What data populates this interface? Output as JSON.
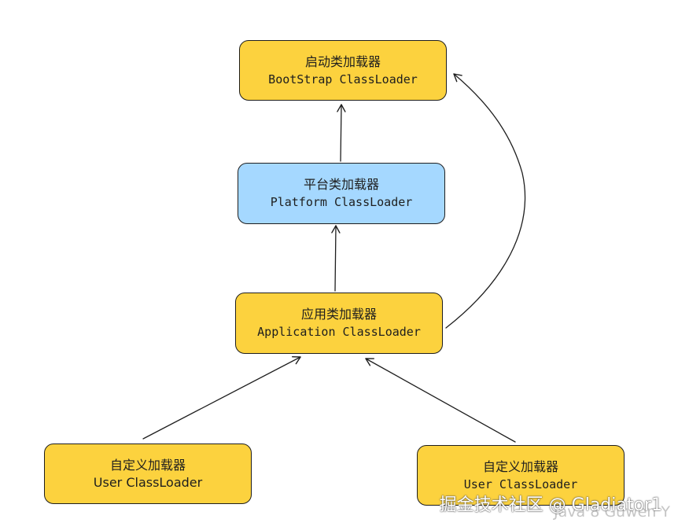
{
  "nodes": {
    "bootstrap": {
      "title": "启动类加载器",
      "subtitle": "BootStrap ClassLoader",
      "color": "#fcd23e"
    },
    "platform": {
      "title": "平台类加载器",
      "subtitle": "Platform ClassLoader",
      "color": "#a5d8ff"
    },
    "application": {
      "title": "应用类加载器",
      "subtitle": "Application ClassLoader",
      "color": "#fcd23e"
    },
    "user_left": {
      "title": "自定义加载器",
      "subtitle": "User ClassLoader",
      "color": "#fcd23e"
    },
    "user_right": {
      "title": "自定义加载器",
      "subtitle": "User ClassLoader",
      "color": "#fcd23e"
    }
  },
  "edges": [
    {
      "from": "platform",
      "to": "bootstrap"
    },
    {
      "from": "application",
      "to": "platform"
    },
    {
      "from": "application",
      "to": "bootstrap"
    },
    {
      "from": "user_left",
      "to": "application"
    },
    {
      "from": "user_right",
      "to": "application"
    }
  ],
  "watermarks": {
    "primary": "掘金技术社区 @ Gladiator1",
    "secondary": "Java 8 Guwen Y"
  }
}
